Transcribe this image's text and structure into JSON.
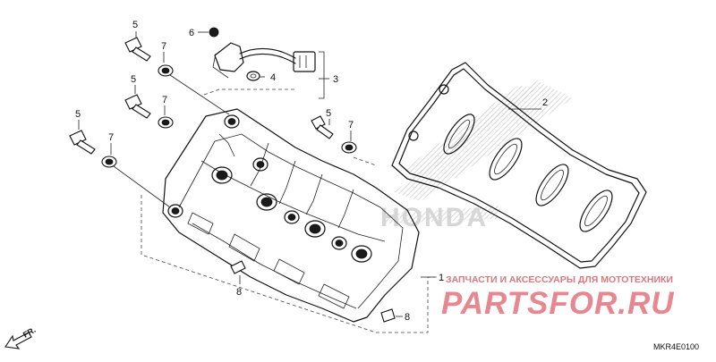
{
  "diagram": {
    "code": "MKR4E0100",
    "direction_label": "FR.",
    "callouts": {
      "cover": "1",
      "gasket": "2",
      "harness": "3",
      "grommet": "4",
      "bolt_a": "5",
      "bolt_b": "5",
      "bolt_c": "5",
      "bolt_d": "5",
      "screw": "6",
      "washer_a": "7",
      "washer_b": "7",
      "washer_c": "7",
      "washer_d": "7",
      "dowel_a": "8",
      "dowel_b": "8"
    }
  },
  "watermark": {
    "tagline": "ЗАПЧАСТИ И АКСЕССУАРЫ ДЛЯ МОТОТЕХНИКИ",
    "brand": "PARTSFOR.RU",
    "honda_text": "HONDA",
    "brand_color": "#e7878f",
    "tagline_color": "#d9787f"
  }
}
